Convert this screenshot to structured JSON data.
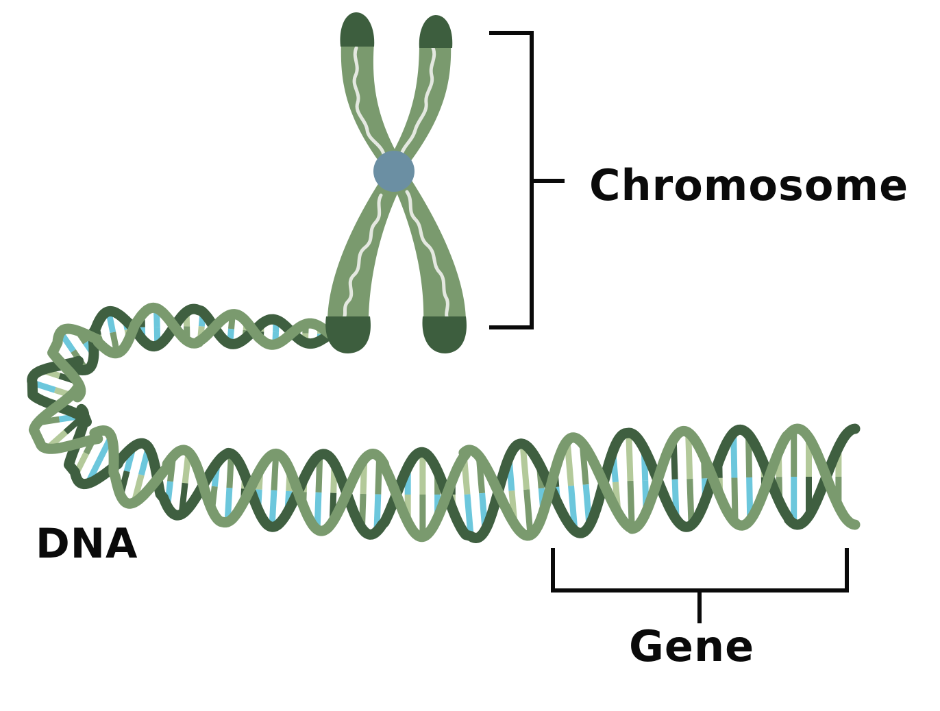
{
  "labels": {
    "chromosome": "Chromosome",
    "dna": "DNA",
    "gene": "Gene"
  },
  "colors": {
    "strand_light": "#7a9a6e",
    "strand_dark": "#3f5f40",
    "cap": "#3d5e3e",
    "centromere": "#6b8fa3",
    "band": "#e4e8e0",
    "rung_pale": "#b3c99a",
    "rung_blue": "#6cc7dc",
    "bracket": "#0a0a0a"
  }
}
